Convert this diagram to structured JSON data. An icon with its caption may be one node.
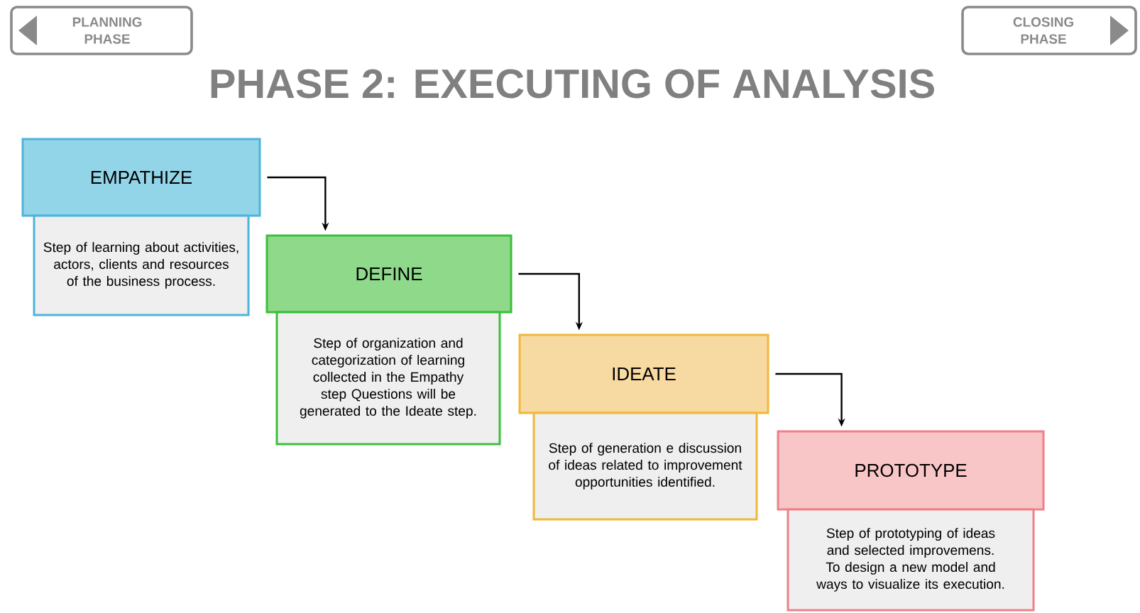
{
  "diagram": {
    "title": "PHASE 2: EXECUTING OF ANALYSIS",
    "nodes": [
      {
        "text": [
          "PLANNING PHASE"
        ]
      },
      {
        "text": [
          "CLOSING PHASE"
        ]
      },
      {
        "text": [
          "EMPATHIZE"
        ]
      },
      {
        "text": [
          "Step of learning about activities, actors, clients and resources of the business process."
        ]
      },
      {
        "text": [
          "DEFINE"
        ]
      },
      {
        "text": [
          "Step of organization and categorization of learning collected in the Empathy step Questions will be generated to the Ideate step."
        ]
      },
      {
        "text": [
          "IDEATE"
        ]
      },
      {
        "text": [
          "Step of generation e discussion of ideas related to improvement opportunities identified."
        ]
      },
      {
        "text": [
          "PROTOTYPE"
        ]
      },
      {
        "text": [
          "Step of prototyping of ideas and selected improvemens. To design a new model and ways to visualize its execution."
        ]
      }
    ],
    "edges": [
      {
        "from": 2,
        "to": 4,
        "arrow": "to"
      },
      {
        "from": 4,
        "to": 6,
        "arrow": "to"
      },
      {
        "from": 6,
        "to": 8,
        "arrow": "to"
      }
    ]
  }
}
